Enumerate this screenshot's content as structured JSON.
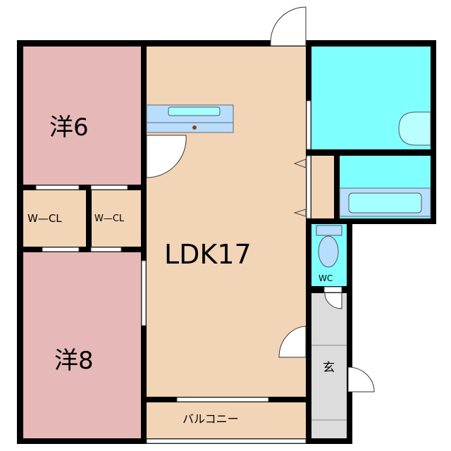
{
  "rooms": {
    "western6": "洋6",
    "western8": "洋8",
    "wcl1": "W—CL",
    "wcl2": "W—CL",
    "ldk": "LDK17",
    "wc": "WC",
    "entrance": "玄",
    "balcony": "バルコニー"
  },
  "colors": {
    "western": "#e6b8b8",
    "ldk": "#f2d4b6",
    "wet": "#80ffff",
    "fixture": "#b9ddff",
    "entrance": "#dcdcdc",
    "wall": "#000000"
  }
}
